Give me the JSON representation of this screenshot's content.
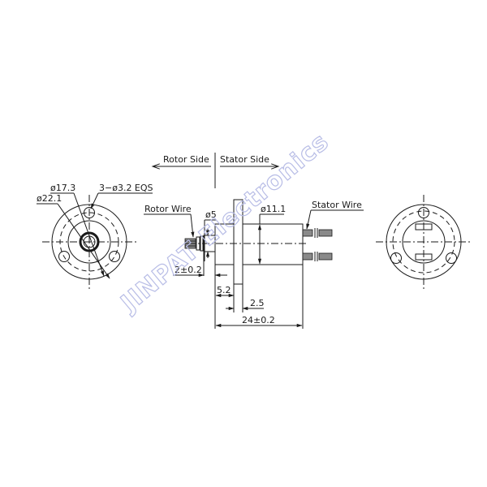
{
  "watermark": {
    "text": "JINPAT Electronics",
    "color": "#b8bde6"
  },
  "direction": {
    "rotor_side": "Rotor Side",
    "stator_side": "Stator Side"
  },
  "front_view": {
    "inner_diameter_label": "ø17.3",
    "outer_diameter_label": "ø22.1",
    "holes_label": "3−ø3.2 EQS"
  },
  "side_view": {
    "rotor_wire_label": "Rotor Wire",
    "shaft_diameter_label": "ø5",
    "body_diameter_label": "ø11.1",
    "stator_wire_label": "Stator Wire"
  },
  "dimensions": {
    "shaft_length": "2±0.2",
    "flange_offset": "5.2",
    "flange_thickness": "2.5",
    "overall_length": "24±0.2"
  },
  "colors": {
    "line": "#1a1a1a",
    "wire_fill": "#8a8a8a",
    "background": "#ffffff"
  }
}
